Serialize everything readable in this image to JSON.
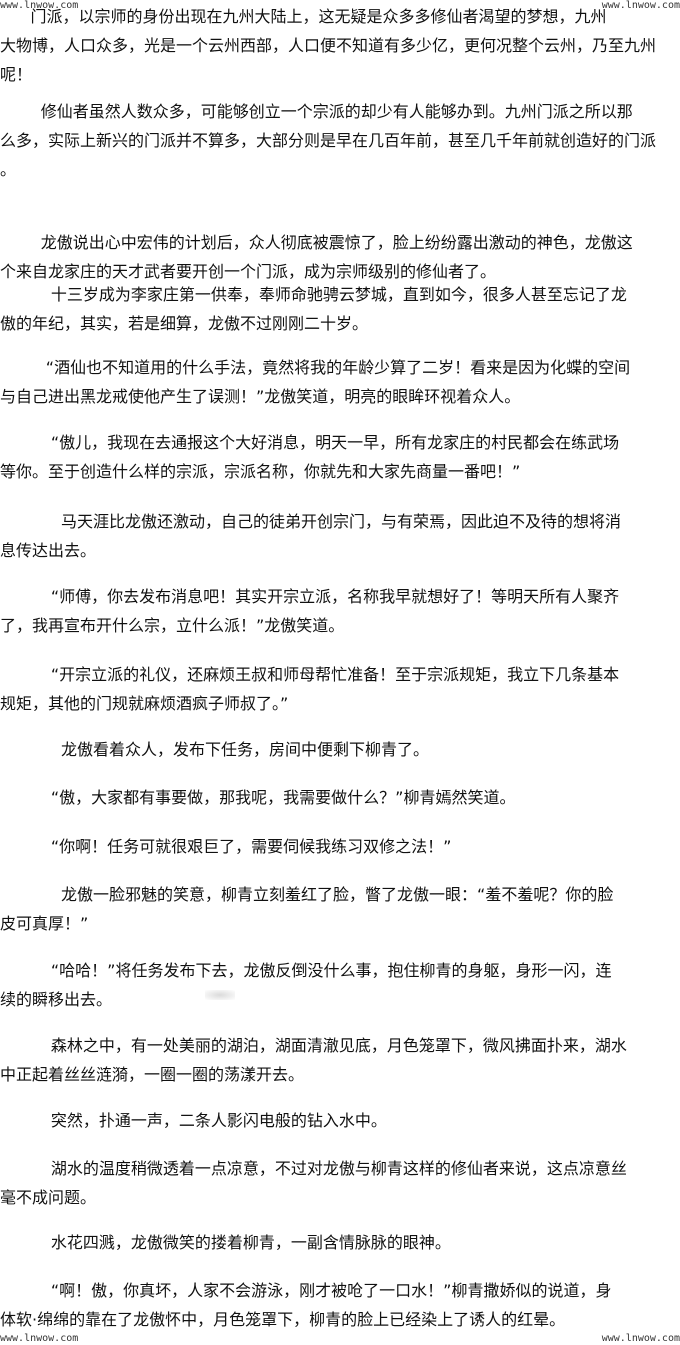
{
  "watermark": {
    "top_left": "www.lnwow.com",
    "top_right": "www.lnwow.com",
    "bottom_left": "www.lnwow.com",
    "bottom_right": "www.lnwow.com"
  },
  "paragraphs": [
    "      门派，以宗师的身份出现在九州大陆上，这无疑是众多多修仙者渴望的梦想，九州\n大物博，人口众多，光是一个云州西部，人口便不知道有多少亿，更何况整个云州，乃至九州\n呢！",
    "        修仙者虽然人数众多，可能够创立一个宗派的却少有人能够办到。九州门派之所以那\n么多，实际上新兴的门派并不算多，大部分则是早在几百年前，甚至几千年前就创造好的门派\n。",
    "        龙傲说出心中宏伟的计划后，众人彻底被震惊了，脸上纷纷露出激动的神色，龙傲这\n个来自龙家庄的天才武者要开创一个门派，成为宗师级别的修仙者了。",
    "          十三岁成为李家庄第一供奉，奉师命驰骋云梦城，直到如今，很多人甚至忘记了龙\n傲的年纪，其实，若是细算，龙傲不过刚刚二十岁。",
    "         “酒仙也不知道用的什么手法，竟然将我的年龄少算了二岁！看来是因为化蝶的空间\n与自己进出黑龙戒使他产生了误测！”龙傲笑道，明亮的眼眸环视着众人。",
    "          “傲儿，我现在去通报这个大好消息，明天一早，所有龙家庄的村民都会在练武场\n等你。至于创造什么样的宗派，宗派名称，你就先和大家先商量一番吧！”",
    "            马天涯比龙傲还激动，自己的徒弟开创宗门，与有荣焉，因此迫不及待的想将消\n息传达出去。",
    "          “师傅，你去发布消息吧！其实开宗立派，名称我早就想好了！等明天所有人聚齐\n了，我再宣布开什么宗，立什么派！”龙傲笑道。",
    "          “开宗立派的礼仪，还麻烦王叔和师母帮忙准备！至于宗派规矩，我立下几条基本\n规矩，其他的门规就麻烦酒疯子师叔了。”",
    "            龙傲看着众人，发布下任务，房间中便剩下柳青了。",
    "          “傲，大家都有事要做，那我呢，我需要做什么？”柳青嫣然笑道。",
    "          “你啊！任务可就很艰巨了，需要伺候我练习双修之法！”",
    "            龙傲一脸邪魅的笑意，柳青立刻羞红了脸，瞥了龙傲一眼：“羞不羞呢？你的脸\n皮可真厚！”",
    "          “哈哈！”将任务发布下去，龙傲反倒没什么事，抱住柳青的身躯，身形一闪，连\n续的瞬移出去。",
    "          森林之中，有一处美丽的湖泊，湖面清澈见底，月色笼罩下，微风拂面扑来，湖水\n中正起着丝丝涟漪，一圈一圈的荡漾开去。",
    "          突然，扑通一声，二条人影闪电般的钻入水中。",
    "          湖水的温度稍微透着一点凉意，不过对龙傲与柳青这样的修仙者来说，这点凉意丝\n毫不成问题。",
    "          水花四溅，龙傲微笑的搂着柳青，一副含情脉脉的眼神。",
    "          “啊！傲，你真坏，人家不会游泳，刚才被呛了一口水！”柳青撒娇似的说道，身\n体软·绵绵的靠在了龙傲怀中，月色笼罩下，柳青的脸上已经染上了诱人的红晕。"
  ]
}
